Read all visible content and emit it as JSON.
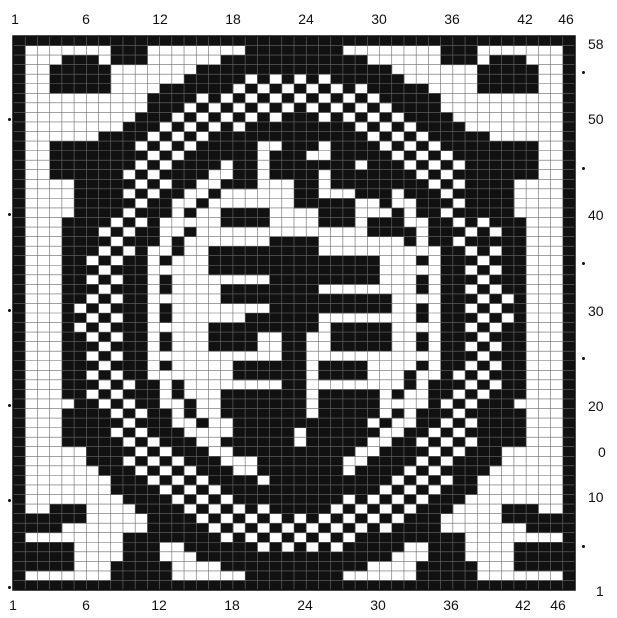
{
  "chart": {
    "columns": 46,
    "rows": 58,
    "top_labels": [
      "1",
      "6",
      "12",
      "18",
      "24",
      "30",
      "36",
      "42",
      "46"
    ],
    "bottom_labels": [
      "1",
      "6",
      "12",
      "18",
      "24",
      "30",
      "36",
      "42",
      "46"
    ],
    "right_labels": [
      "58",
      "50",
      "40",
      "30",
      "20",
      "0",
      "10",
      "1"
    ],
    "colors": {
      "ink": "#111111",
      "paper": "#ffffff",
      "grid": "#6a6a6a"
    }
  }
}
